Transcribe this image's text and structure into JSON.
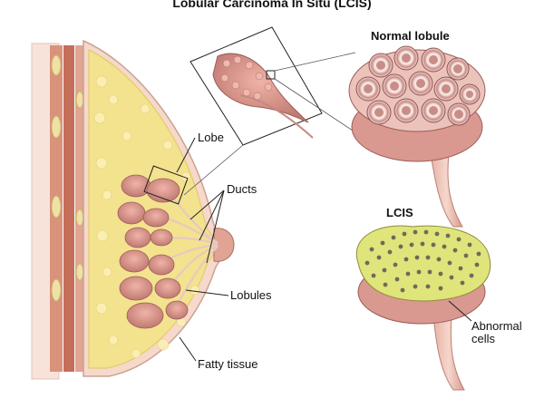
{
  "title": "Lobular Carcinoma In Situ (LCIS)",
  "labels": {
    "normal_lobule": "Normal lobule",
    "lcis": "LCIS",
    "lobe": "Lobe",
    "ducts": "Ducts",
    "lobules": "Lobules",
    "fatty_tissue": "Fatty tissue",
    "abnormal_cells_1": "Abnormal",
    "abnormal_cells_2": "cells"
  },
  "colors": {
    "fat": "#f3e28e",
    "fat_dark": "#e8cf63",
    "lobule": "#d98f85",
    "lobule_dark": "#b56b66",
    "skin": "#f7dccf",
    "muscle": "#c97760",
    "abnormal": "#dfe57a",
    "outline": "#333333"
  },
  "icons": [
    "breast-cross-section",
    "lobe-detail",
    "normal-lobule-illustration",
    "lcis-lobule-illustration"
  ]
}
